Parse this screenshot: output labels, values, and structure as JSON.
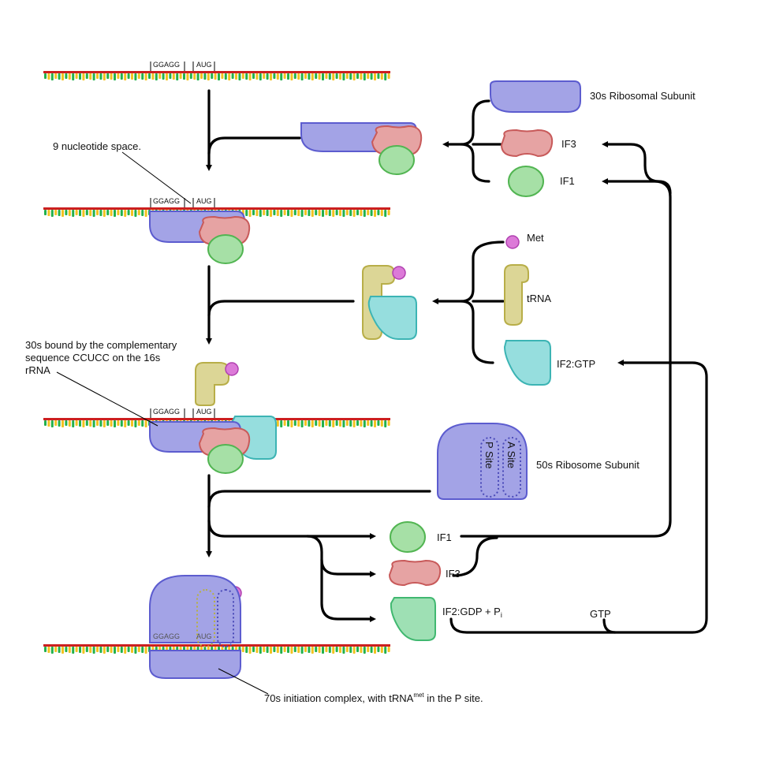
{
  "codons": {
    "sd": "GGAGG",
    "start": "AUG"
  },
  "labels": {
    "s30": "30s Ribosomal Subunit",
    "if3": "IF3",
    "if1": "IF1",
    "met": "Met",
    "trna": "tRNA",
    "if2gtp": "IF2:GTP",
    "s50": "50s Ribosome Subunit",
    "p_site": "P Site",
    "a_site": "A Site",
    "out_if1": "IF1",
    "out_if3": "IF3",
    "out_if2_main": "IF2:GDP + P",
    "out_if2_sub": "i",
    "gtp": "GTP",
    "nine_nt": "9 nucleotide space.",
    "bound_1": "30s bound by the complementary",
    "bound_2": "sequence CCUCC on the 16s",
    "bound_3": "rRNA",
    "complex_a": "70s initiation complex, with tRNA",
    "complex_sup": "met",
    "complex_b": " in the P site."
  },
  "colors": {
    "rna_backbone": "#cc1f1f",
    "bases": [
      "#22b14c",
      "#d21fb4",
      "#f2c21f",
      "#2c4fd6",
      "#1fa5a5"
    ]
  }
}
